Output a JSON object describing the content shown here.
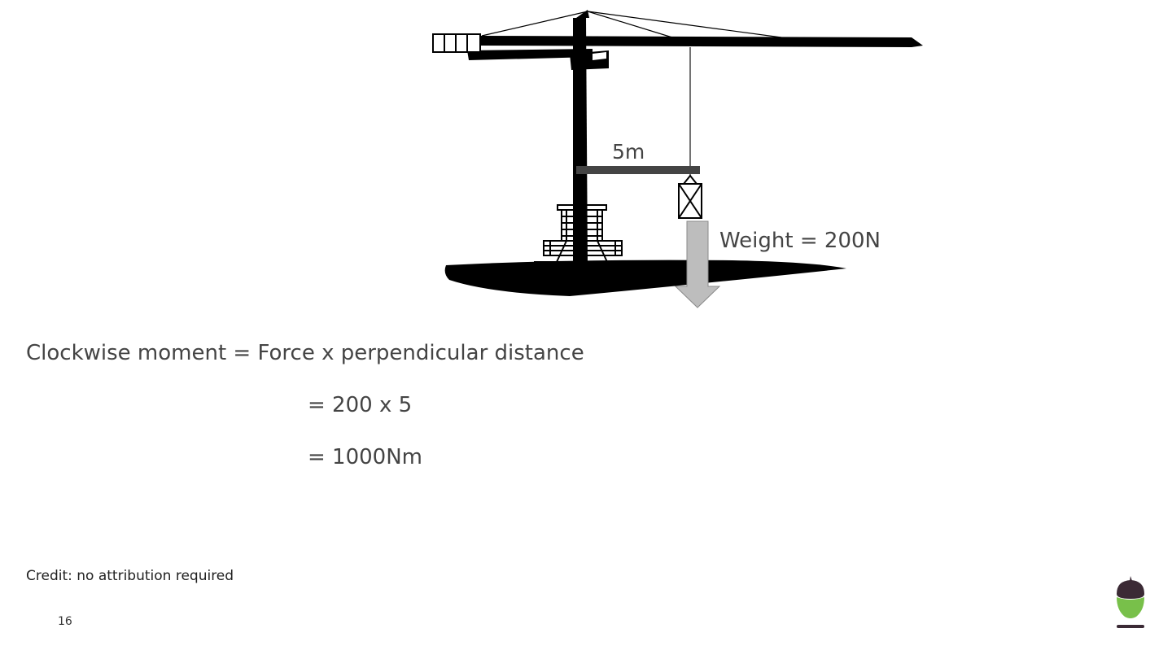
{
  "diagram": {
    "distance_label": "5m",
    "weight_label": "Weight = 200N"
  },
  "formula": {
    "line1": "Clockwise moment = Force x perpendicular distance",
    "line2": "= 200 x 5",
    "line3": "= 1000Nm"
  },
  "footer": {
    "credit": "Credit: no attribution required",
    "page_number": "16"
  },
  "icons": {
    "logo": "acorn-logo-icon"
  },
  "colors": {
    "text": "#444444",
    "crane": "#000000",
    "arrow": "#bdbdbd",
    "arrow_outline": "#8a8a8a",
    "distance_bar": "#444444",
    "logo_cap": "#3b2a35",
    "logo_body": "#78c04a"
  }
}
